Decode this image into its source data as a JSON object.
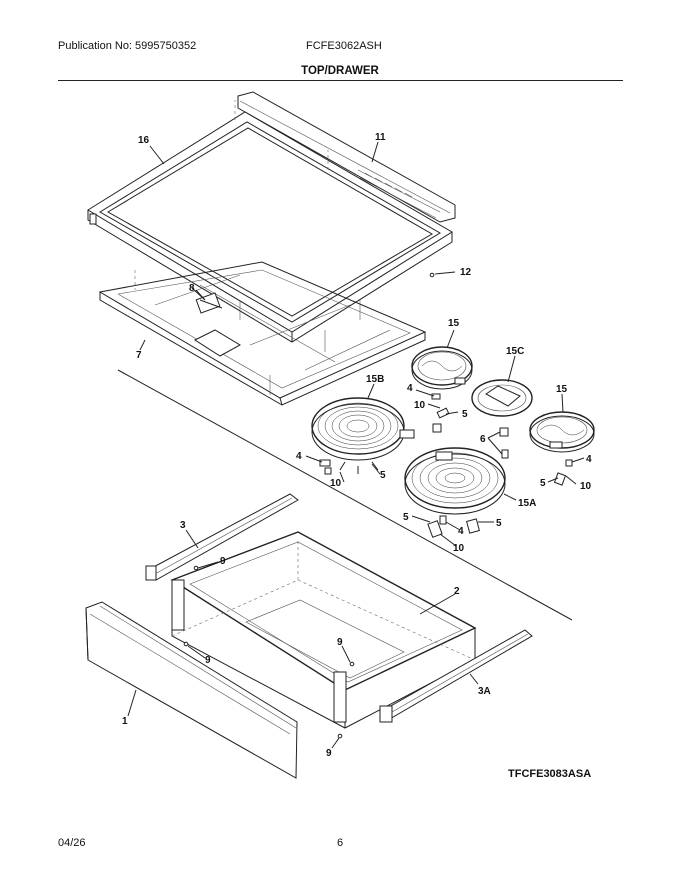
{
  "header": {
    "publication": "Publication No: 5995750352",
    "model": "FCFE3062ASH"
  },
  "section_title": "TOP/DRAWER",
  "diagram": {
    "model_label": "TFCFE3083ASA",
    "labels": {
      "p16": "16",
      "p11": "11",
      "p12": "12",
      "p8": "8",
      "p7": "7",
      "p15a": "15",
      "p15c": "15C",
      "p15b": "15B",
      "p15b_right": "15",
      "p4a": "4",
      "p10a": "10",
      "p5a": "5",
      "p6": "6",
      "p4b": "4",
      "p4c": "4",
      "p5b": "5",
      "p10b": "10",
      "p5c": "5",
      "p10c": "10",
      "p15a_label": "15A",
      "p5d": "5",
      "p4d": "4",
      "p5e": "5",
      "p10d": "10",
      "p3": "3",
      "p9a": "9",
      "p2": "2",
      "p9b": "9",
      "p9c": "9",
      "p3a": "3A",
      "p1": "1",
      "p9d": "9"
    }
  },
  "footer": {
    "date": "04/26",
    "page": "6"
  }
}
